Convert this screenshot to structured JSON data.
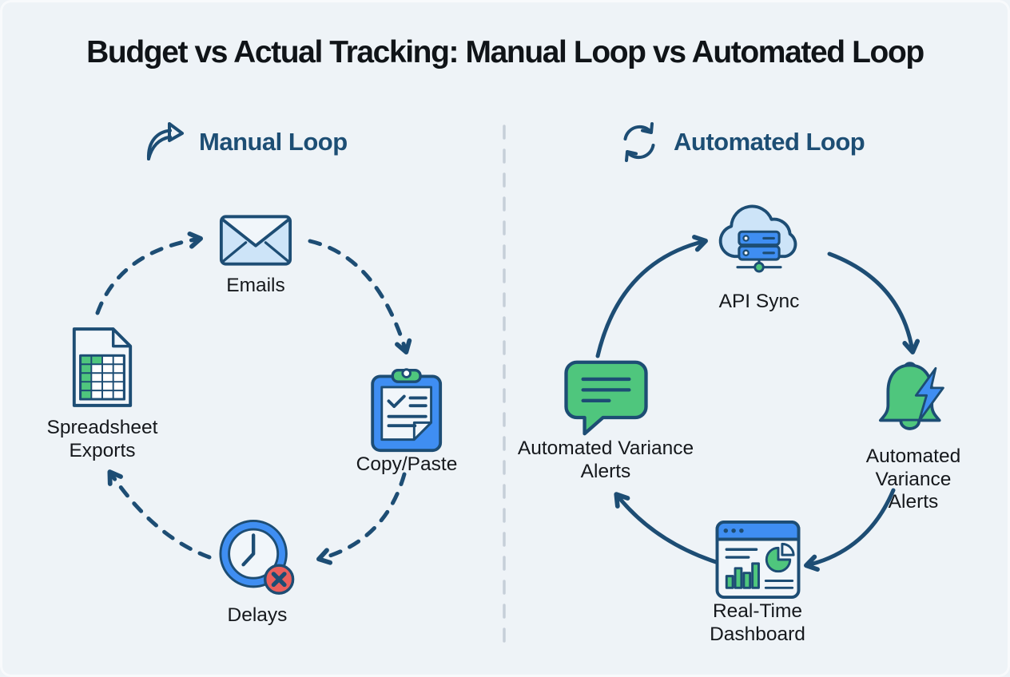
{
  "title": "Budget vs Actual Tracking: Manual Loop vs Automated Loop",
  "colors": {
    "background": "#eef3f7",
    "title_ink": "#101418",
    "label_ink": "#15181c",
    "heading_navy": "#1d4e74",
    "outline_navy": "#1d4d74",
    "accent_blue": "#3f8ef2",
    "light_blue": "#cde4f8",
    "paper": "#f1f6fa",
    "accent_green": "#4fc67d",
    "alert_red": "#ea5f5c",
    "divider_gray": "#c6cfd9"
  },
  "manual_loop": {
    "label": "Manual Loop",
    "icon": "share-arrow-icon",
    "arrow_style": "dashed",
    "nodes": [
      {
        "label": "Emails",
        "icon": "envelope-icon",
        "position": "top"
      },
      {
        "label": "Copy/Paste",
        "icon": "clipboard-icon",
        "position": "right"
      },
      {
        "label": "Delays",
        "icon": "clock-error-icon",
        "position": "bottom"
      },
      {
        "label": "Spreadsheet Exports",
        "icon": "spreadsheet-icon",
        "position": "left"
      }
    ]
  },
  "automated_loop": {
    "label": "Automated Loop",
    "icon": "sync-icon",
    "arrow_style": "solid",
    "nodes": [
      {
        "label": "API Sync",
        "icon": "cloud-server-icon",
        "position": "top"
      },
      {
        "label": "Automated Variance Alerts",
        "icon": "bell-lightning-icon",
        "position": "right"
      },
      {
        "label": "Real-Time Dashboard",
        "icon": "dashboard-icon",
        "position": "bottom"
      },
      {
        "label": "Automated Variance Alerts",
        "icon": "chat-bubble-icon",
        "position": "left"
      }
    ]
  }
}
